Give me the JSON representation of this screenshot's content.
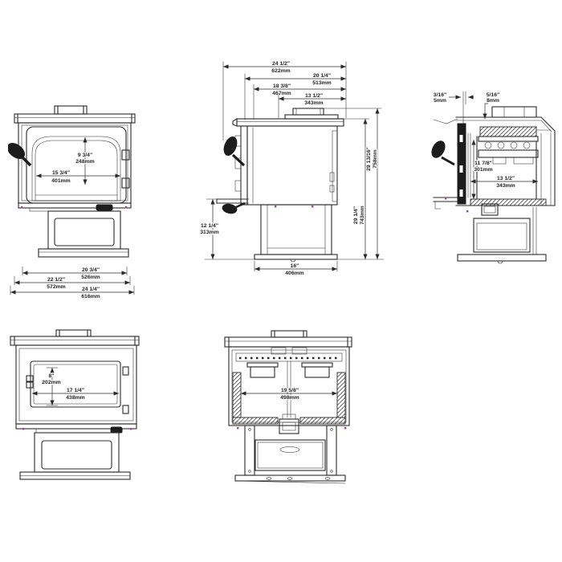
{
  "document": {
    "type": "wood-stove dimensional drawing sheet",
    "background": "#ffffff",
    "line_color": "#2b2b2b",
    "text_color": "#231f20",
    "artifact_dot_color": "#a33fa3"
  },
  "views": {
    "front": {
      "dims": {
        "glass_height_in": "9 3/4\"",
        "glass_height_mm": "248mm",
        "glass_width_in": "15 3/4\"",
        "glass_width_mm": "401mm",
        "width_base_in": "20 3/4\"",
        "width_base_mm": "526mm",
        "width_body_in": "22 1/2\"",
        "width_body_mm": "572mm",
        "width_overall_in": "24 1/4\"",
        "width_overall_mm": "616mm"
      }
    },
    "side": {
      "dims": {
        "depth_overall_in": "24 1/2\"",
        "depth_overall_mm": "622mm",
        "depth_top_in": "20 1/4\"",
        "depth_top_mm": "513mm",
        "depth_body_in": "18 3/8\"",
        "depth_body_mm": "467mm",
        "depth_flue_in": "13 1/2\"",
        "depth_flue_mm": "343mm",
        "height_overall_in": "29 13/16\"",
        "height_overall_mm": "758mm",
        "height_top_in": "29 1/4\"",
        "height_top_mm": "743mm",
        "height_lip_in": "12 1/4\"",
        "height_lip_mm": "313mm",
        "base_depth_in": "16\"",
        "base_depth_mm": "406mm"
      }
    },
    "side_section": {
      "dims": {
        "gap_front_in": "3/16\"",
        "gap_front_mm": "5mm",
        "gap_top_in": "5/16\"",
        "gap_top_mm": "8mm",
        "firebox_height_in": "11 7/8\"",
        "firebox_height_mm": "301mm",
        "firebox_depth_in": "13 1/2\"",
        "firebox_depth_mm": "343mm"
      }
    },
    "front_door": {
      "dims": {
        "opening_height_in": "8\"",
        "opening_height_mm": "202mm",
        "opening_width_in": "17 1/4\"",
        "opening_width_mm": "438mm"
      }
    },
    "front_section": {
      "dims": {
        "firebox_width_in": "19 5/8\"",
        "firebox_width_mm": "498mm"
      }
    }
  }
}
